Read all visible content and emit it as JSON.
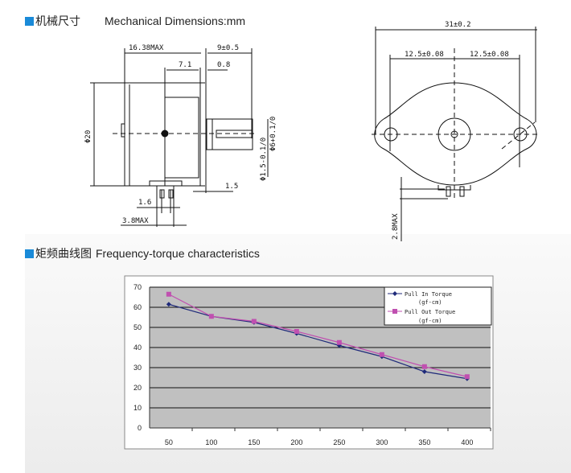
{
  "sections": {
    "mechanical": {
      "title_cn": "机械尺寸",
      "title_en": "Mechanical Dimensions:mm"
    },
    "torque": {
      "title_cn": "矩频曲线图",
      "title_en": "Frequency-torque characteristics"
    }
  },
  "dimensions": {
    "length_max": "16.38MAX",
    "shaft_len": "9±0.5",
    "body_7_1": "7.1",
    "gap_0_8": "0.8",
    "diameter_20": "Φ20",
    "shaft_dia": "Φ6+0.1/0",
    "pin_dia": "Φ1.5-0.1/0",
    "d_1_5": "1.5",
    "d_1_6": "1.6",
    "d_3_8max": "3.8MAX",
    "width_31": "31±0.2",
    "hole_left": "12.5±0.08",
    "hole_right": "12.5±0.08",
    "d_2_8max": "2.8MAX"
  },
  "chart_data": {
    "type": "line",
    "title": "",
    "xlabel": "",
    "ylabel": "",
    "categories": [
      "50",
      "100",
      "150",
      "200",
      "250",
      "300",
      "350",
      "400"
    ],
    "ylim": [
      0,
      70
    ],
    "yticks": [
      "0",
      "10",
      "20",
      "30",
      "40",
      "50",
      "60",
      "70"
    ],
    "grid": true,
    "legend": "top-right",
    "series": [
      {
        "name": "Pull In Torque",
        "unit": "(gf-cm)",
        "color": "#1f2a7a",
        "marker": "diamond",
        "values": [
          61.5,
          55.5,
          52.5,
          47,
          41,
          35.5,
          28,
          24.5
        ]
      },
      {
        "name": "Pull Out Torque",
        "unit": "(gf-cm)",
        "color": "#c050b0",
        "marker": "square",
        "values": [
          66.5,
          55.5,
          53,
          48,
          42.5,
          36.5,
          30.5,
          25.5
        ]
      }
    ]
  }
}
